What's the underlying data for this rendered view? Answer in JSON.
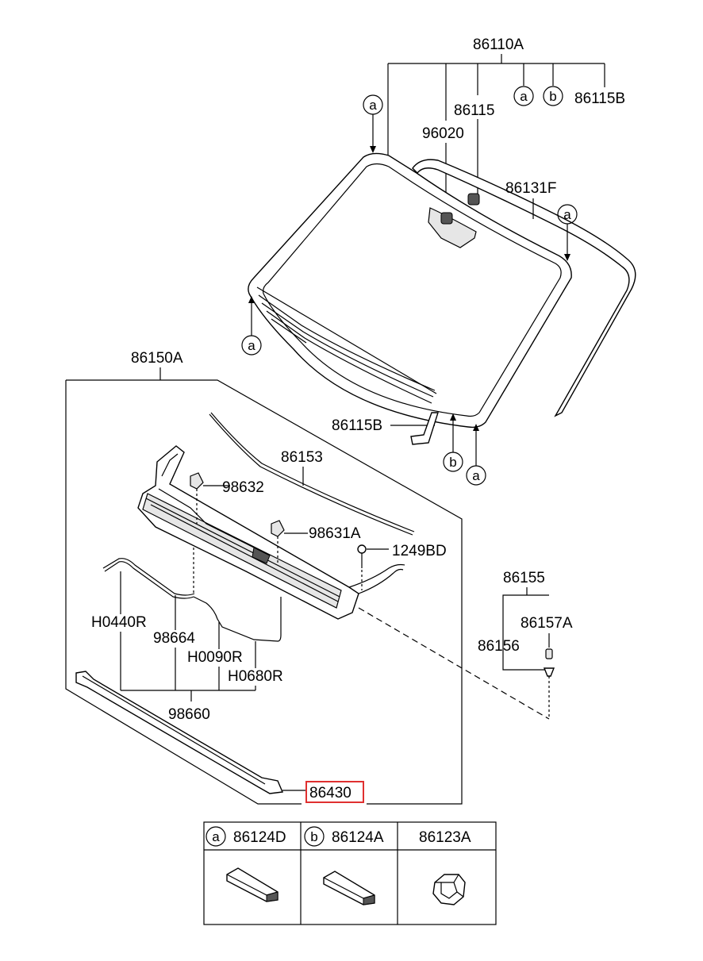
{
  "labels": {
    "assembly_top": "86110A",
    "a": "a",
    "b": "b",
    "p86115B": "86115B",
    "p86115": "86115",
    "p96020": "96020",
    "p86131F": "86131F",
    "p86150A": "86150A",
    "p86153": "86153",
    "p98632": "98632",
    "p98631A": "98631A",
    "p1249BD": "1249BD",
    "p86155": "86155",
    "p86157A": "86157A",
    "p86156": "86156",
    "pH0440R": "H0440R",
    "p98664": "98664",
    "pH0090R": "H0090R",
    "pH0680R": "H0680R",
    "p98660": "98660",
    "p86430": "86430"
  },
  "legend": [
    {
      "marker": "a",
      "code": "86124D"
    },
    {
      "marker": "b",
      "code": "86124A"
    },
    {
      "marker": "",
      "code": "86123A"
    }
  ],
  "colors": {
    "highlight": "#e03030",
    "line": "#000000"
  }
}
